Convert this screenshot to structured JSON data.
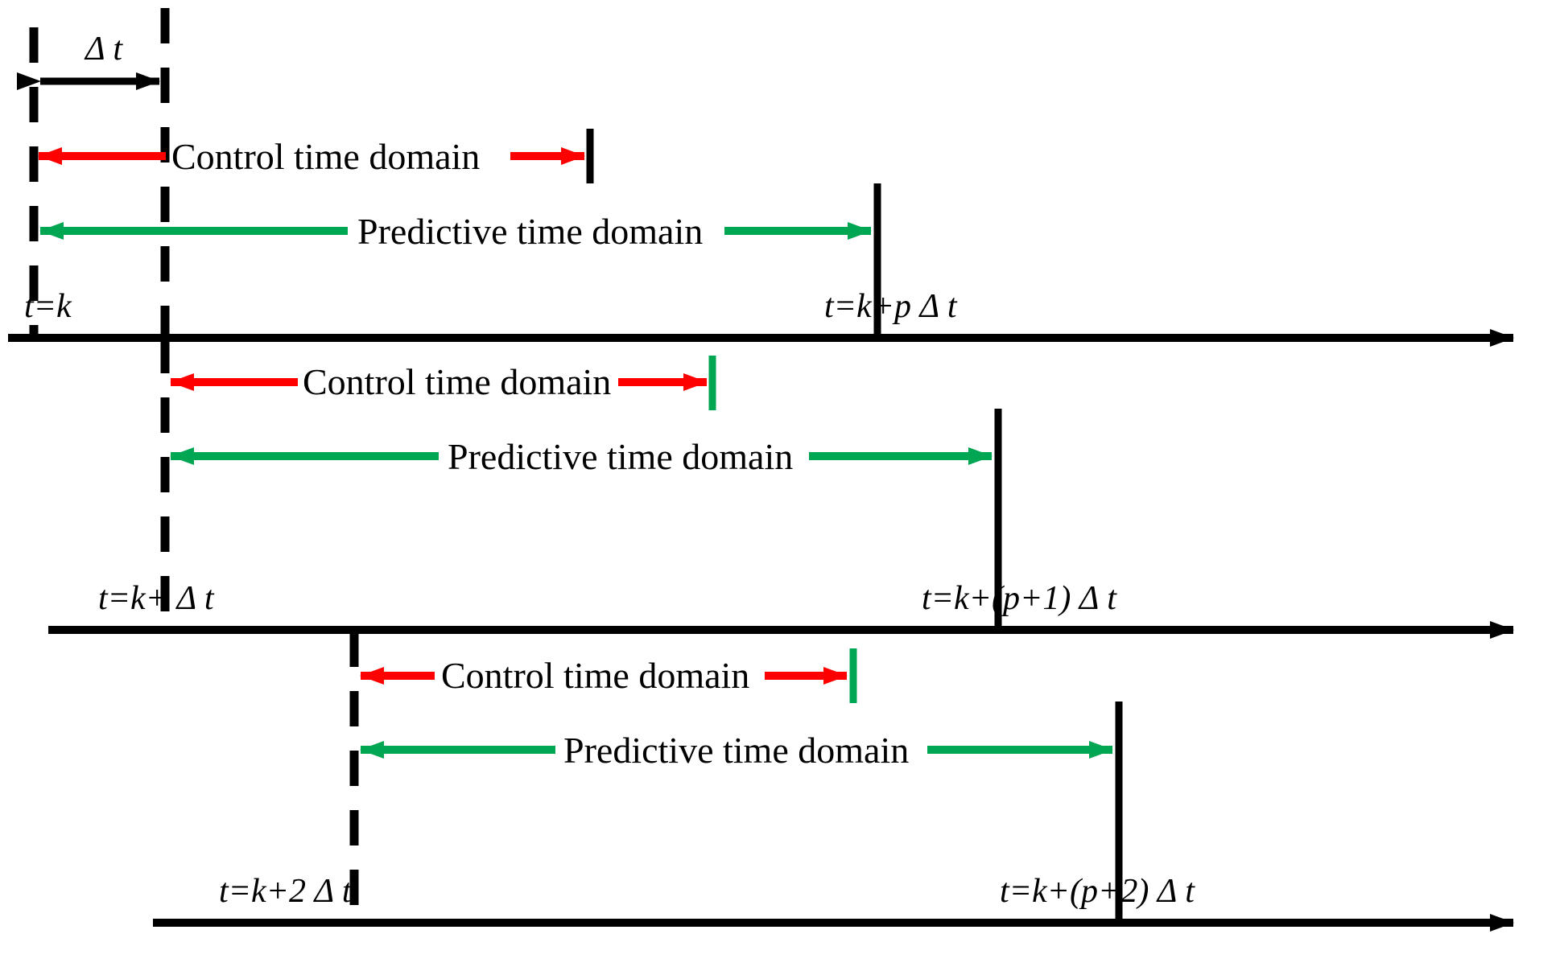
{
  "figure": {
    "title": "Receding horizon (MPC) control and predictive time domain diagram",
    "colors": {
      "axis": "#000000",
      "control_arrow": "#ff0000",
      "predictive_arrow": "#00a651",
      "background": "#ffffff"
    }
  },
  "labels": {
    "delta_t": "Δ t",
    "control_time_domain": "Control time domain",
    "predictive_time_domain": "Predictive time domain"
  },
  "rows": [
    {
      "id": "row-1",
      "axis_start_label": "t=k",
      "axis_end_label": "t=k+p Δ t",
      "control_label": "Control time domain",
      "predictive_label": "Predictive time domain",
      "control_end_marker_color": "#000000",
      "predictive_end_marker_color": "#000000"
    },
    {
      "id": "row-2",
      "axis_start_label": "t=k+ Δ t",
      "axis_end_label": "t=k+(p+1) Δ t",
      "control_label": "Control time domain",
      "predictive_label": "Predictive time domain",
      "control_end_marker_color": "#00a651",
      "predictive_end_marker_color": "#000000"
    },
    {
      "id": "row-3",
      "axis_start_label": "t=k+2 Δ t",
      "axis_end_label": "t=k+(p+2) Δ t",
      "control_label": "Control time domain",
      "predictive_label": "Predictive time domain",
      "control_end_marker_color": "#00a651",
      "predictive_end_marker_color": "#000000"
    }
  ]
}
